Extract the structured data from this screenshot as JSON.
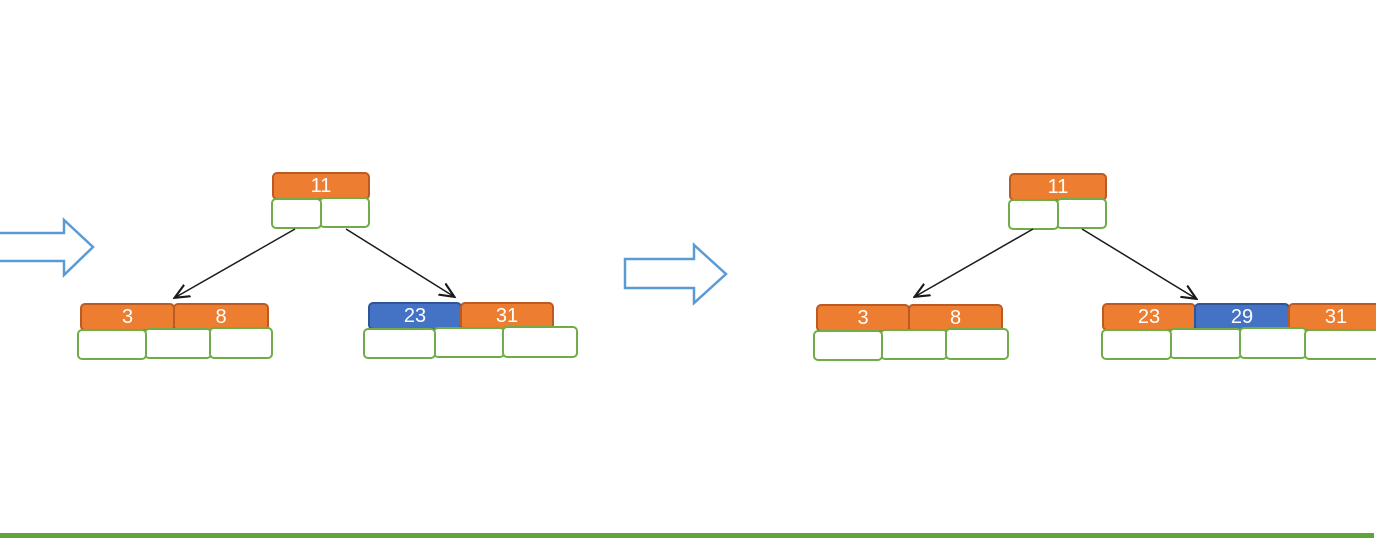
{
  "diagram": {
    "type": "b-tree-insertion-steps",
    "colors": {
      "key_fill_orange": "#ED7D31",
      "key_border_orange": "#BC5B21",
      "key_fill_blue": "#4472C4",
      "key_border_blue": "#2F5597",
      "slot_border_green": "#70AD47",
      "step_arrow_blue": "#5B9BD5",
      "edge_line_black": "#1a1a1a",
      "divider_green": "#5FA33C"
    },
    "step_arrows": [
      {
        "icon": "block-arrow-right-icon",
        "note": "clipped-at-left-edge"
      },
      {
        "icon": "block-arrow-right-icon",
        "note": "between-trees"
      }
    ],
    "trees": [
      {
        "state": "before",
        "root": {
          "keys": [
            {
              "value": "11",
              "color": "orange"
            }
          ],
          "slots": 2
        },
        "children": [
          {
            "keys": [
              {
                "value": "3",
                "color": "orange"
              },
              {
                "value": "8",
                "color": "orange"
              }
            ],
            "slots": 3
          },
          {
            "keys": [
              {
                "value": "23",
                "color": "blue"
              },
              {
                "value": "31",
                "color": "orange"
              }
            ],
            "slots": 3
          }
        ]
      },
      {
        "state": "after",
        "root": {
          "keys": [
            {
              "value": "11",
              "color": "orange"
            }
          ],
          "slots": 2
        },
        "children": [
          {
            "keys": [
              {
                "value": "3",
                "color": "orange"
              },
              {
                "value": "8",
                "color": "orange"
              }
            ],
            "slots": 3
          },
          {
            "keys": [
              {
                "value": "23",
                "color": "orange"
              },
              {
                "value": "29",
                "color": "blue"
              },
              {
                "value": "31",
                "color": "orange"
              }
            ],
            "slots": 4
          }
        ]
      }
    ]
  }
}
